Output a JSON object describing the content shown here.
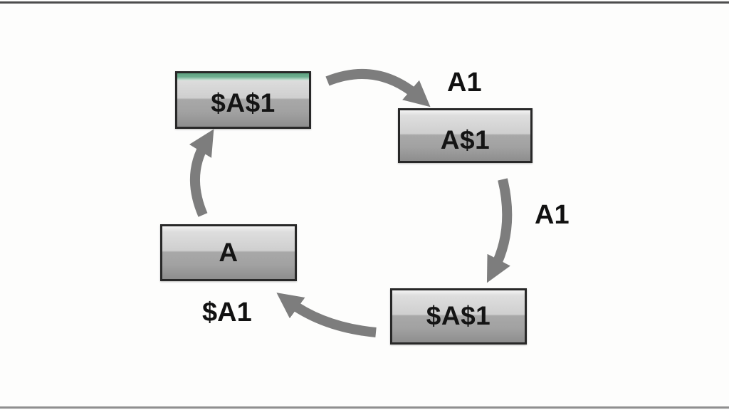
{
  "diagram": {
    "title": "cell-reference-cycle",
    "nodes": [
      {
        "id": "top-left",
        "label": "$A$1",
        "accent": "green-strip"
      },
      {
        "id": "top-right",
        "label": "A$1",
        "accent": "none"
      },
      {
        "id": "bottom-right",
        "label": "$A$1",
        "accent": "none"
      },
      {
        "id": "bottom-left",
        "label": "A",
        "accent": "none"
      }
    ],
    "edge_labels": [
      {
        "id": "top",
        "text": "A1"
      },
      {
        "id": "right",
        "text": "A1"
      },
      {
        "id": "bottom",
        "text": "$A1"
      }
    ],
    "colors": {
      "arrow": "#7d7d7d",
      "box_border": "#282828",
      "green_accent": "#5fa381",
      "text": "#111111",
      "background": "#fdfdfc"
    }
  }
}
